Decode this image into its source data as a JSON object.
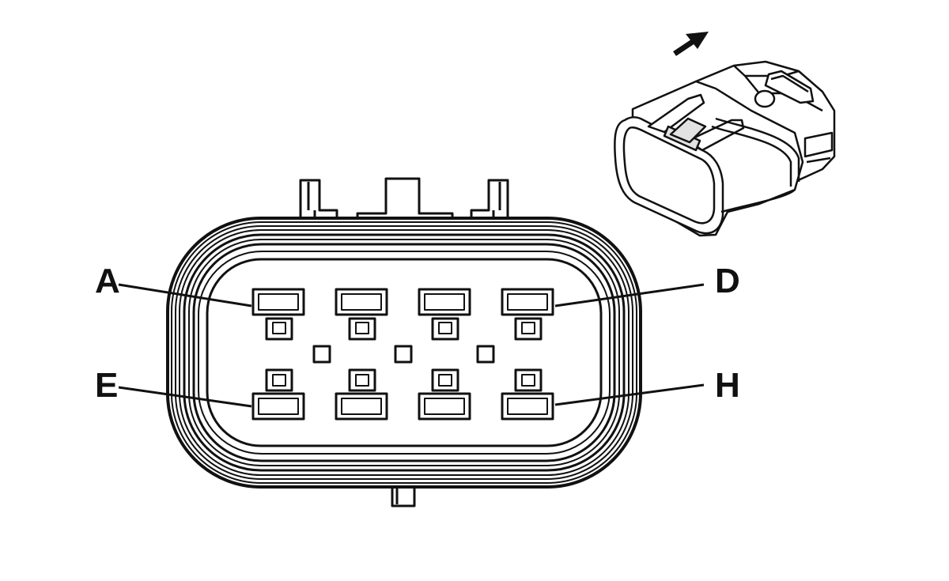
{
  "diagram": {
    "labels": {
      "a": "A",
      "d": "D",
      "e": "E",
      "h": "H"
    },
    "colors": {
      "line": "#111111",
      "background": "#ffffff",
      "shade": "#e2e2e2"
    },
    "icons": {
      "direction": "arrow-up-right-icon"
    }
  }
}
